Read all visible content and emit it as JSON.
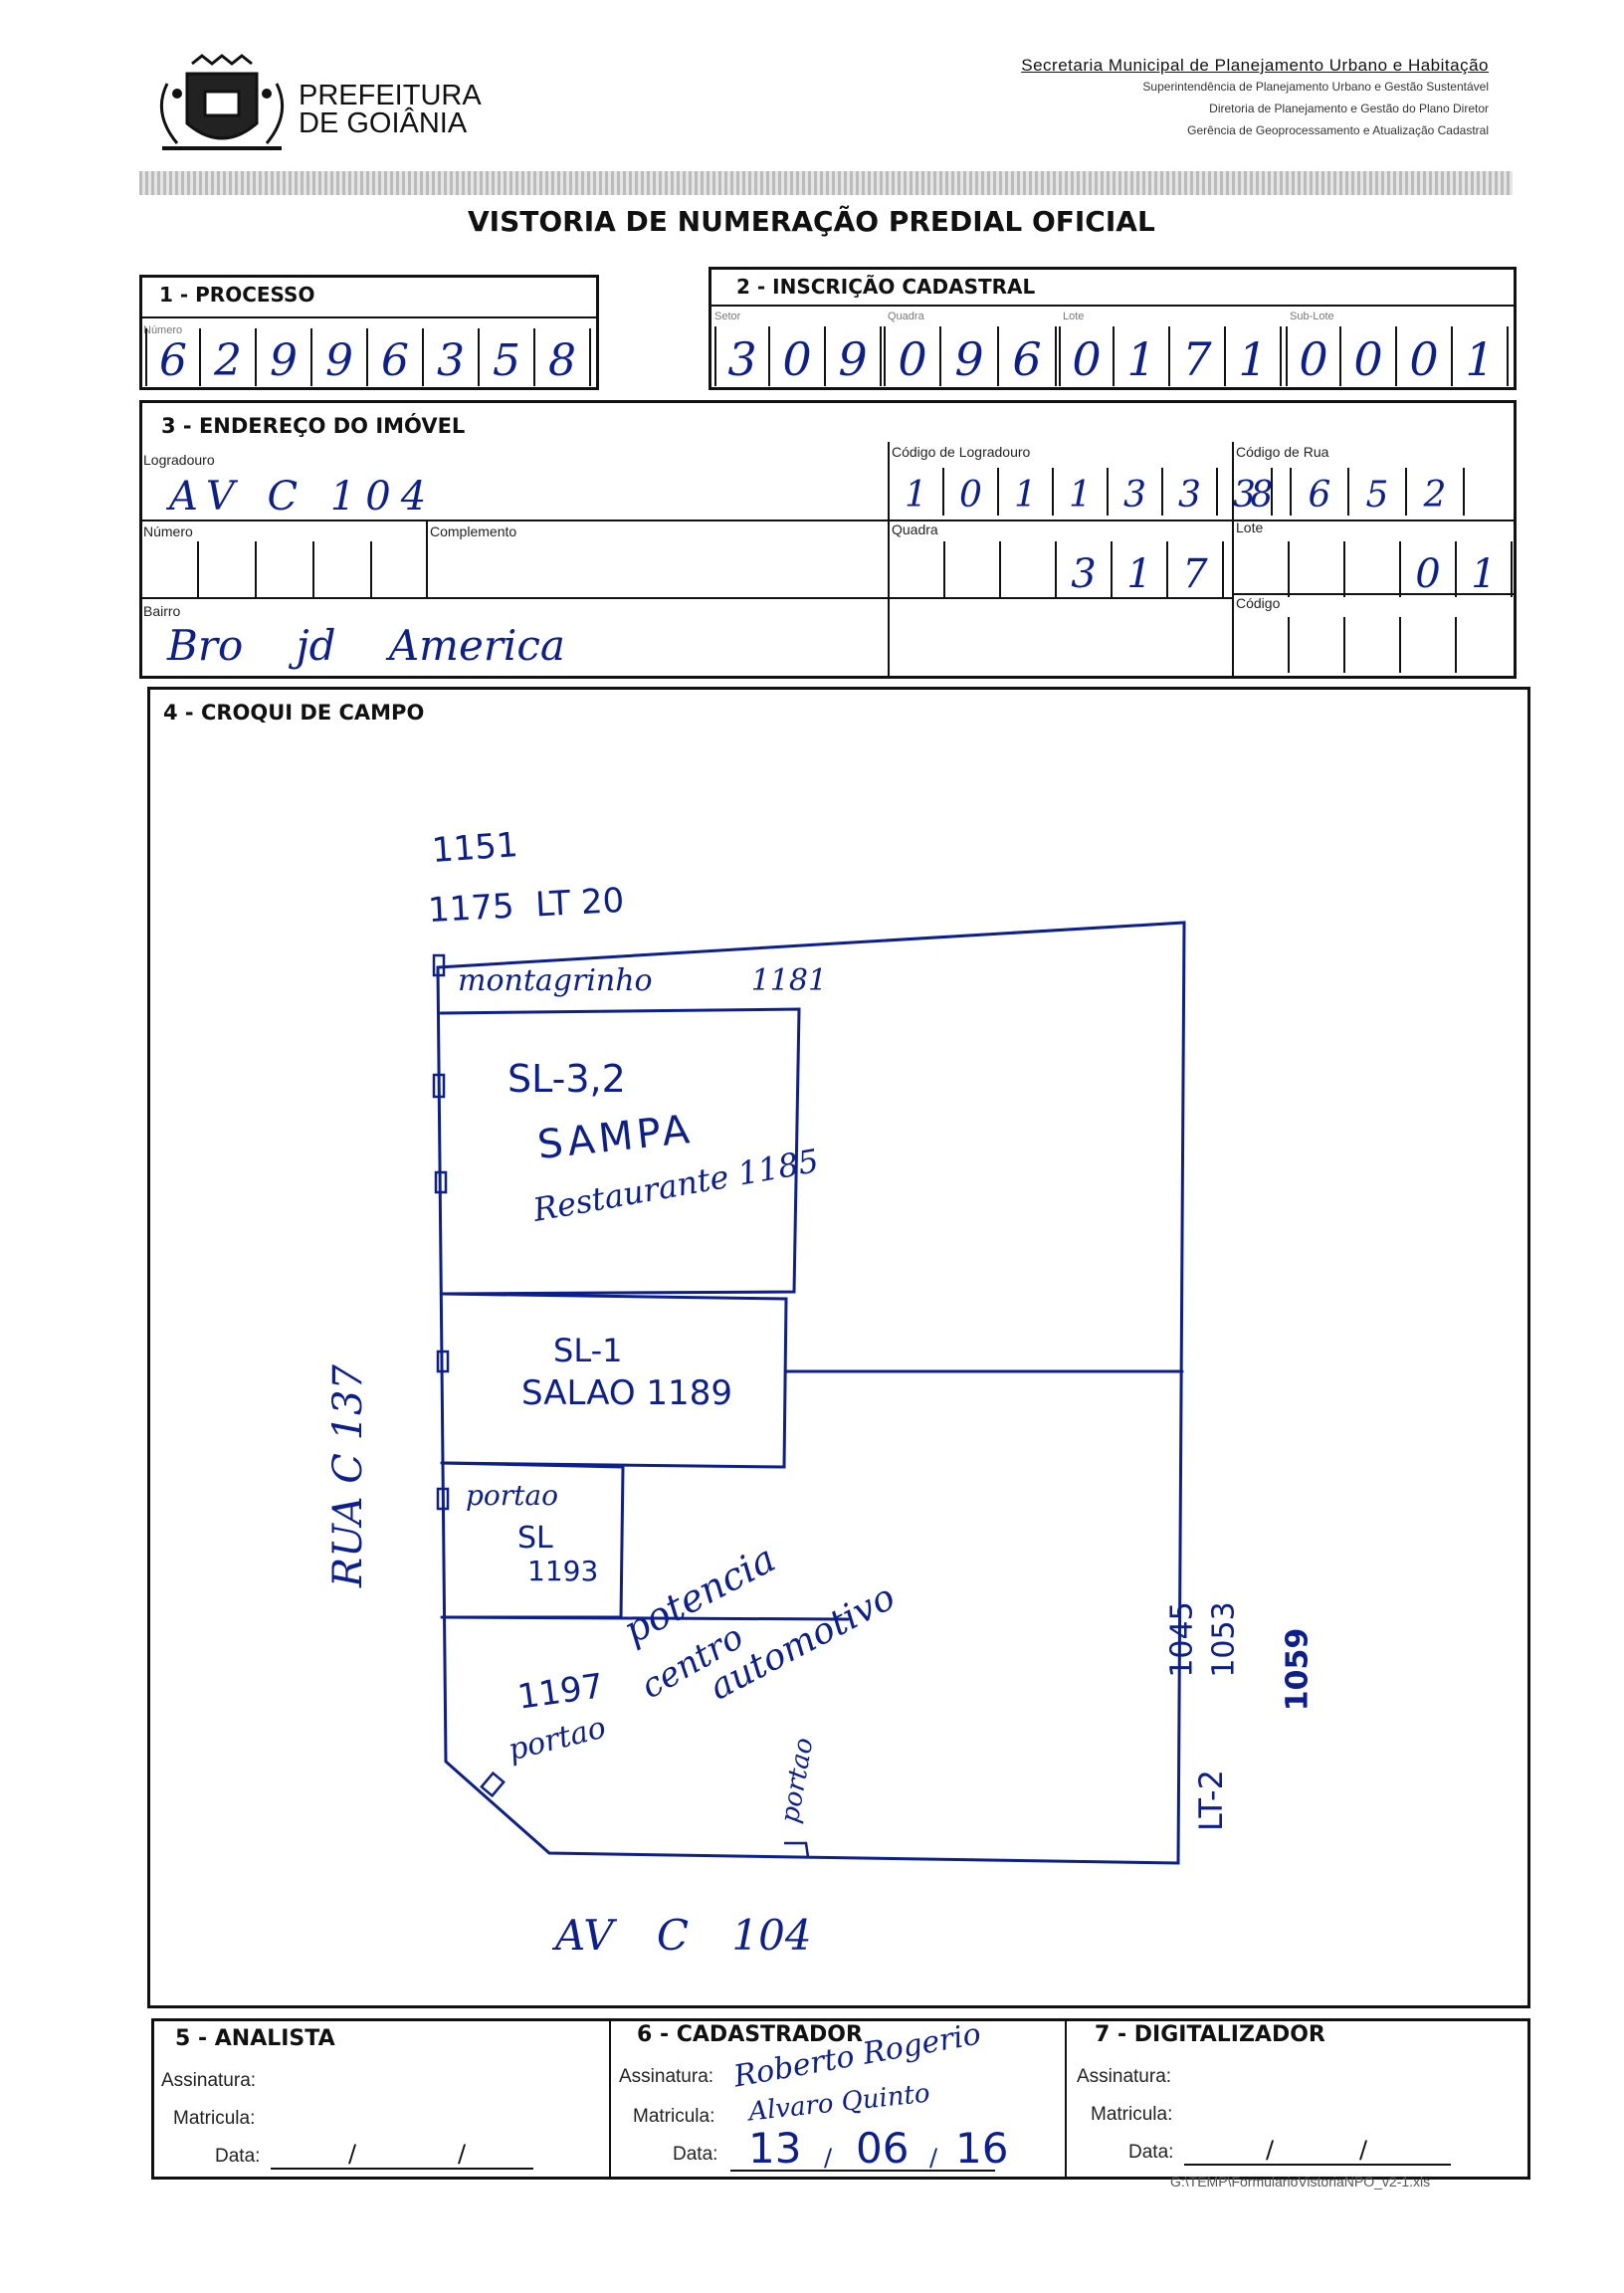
{
  "header": {
    "org_line1": "PREFEITURA",
    "org_line2": "DE GOIÂNIA",
    "dept_lines": [
      "Secretaria Municipal de Planejamento Urbano e Habitação",
      "Superintendência de Planejamento Urbano e Gestão Sustentável",
      "Diretoria de Planejamento e Gestão do Plano Diretor",
      "Gerência de Geoprocessamento e Atualização Cadastral"
    ],
    "form_title": "VISTORIA DE NUMERAÇÃO PREDIAL OFICIAL"
  },
  "processo": {
    "title": "1 - PROCESSO",
    "numero_label": "Número",
    "digits": [
      "6",
      "2",
      "9",
      "9",
      "6",
      "3",
      "5",
      "8"
    ]
  },
  "inscricao": {
    "title": "2 - INSCRIÇÃO CADASTRAL",
    "setor_label": "Setor",
    "quadra_label": "Quadra",
    "lote_label": "Lote",
    "sublote_label": "Sub-Lote",
    "setor_digits": [
      "3",
      "0",
      "9"
    ],
    "quadra_digits": [
      "0",
      "9",
      "6"
    ],
    "lote_digits": [
      "0",
      "1",
      "7",
      "1"
    ],
    "sublote_digits": [
      "0",
      "0",
      "0",
      "1"
    ]
  },
  "endereco": {
    "title": "3 - ENDEREÇO DO IMÓVEL",
    "logradouro_label": "Logradouro",
    "logradouro_value": "AV C 104",
    "cod_logradouro_label": "Código de Logradouro",
    "cod_logradouro_digits": [
      "1",
      "0",
      "1",
      "1",
      "3",
      "3",
      "3"
    ],
    "cod_rua_label": "Código de Rua",
    "cod_rua_digits": [
      "8",
      "6",
      "5",
      "2"
    ],
    "numero_label": "Número",
    "complemento_label": "Complemento",
    "quadra_label": "Quadra",
    "quadra_digits": [
      "",
      "",
      "",
      "3",
      "1",
      "7"
    ],
    "lote_label": "Lote",
    "lote_digits": [
      "",
      "",
      "",
      "0",
      "1"
    ],
    "bairro_label": "Bairro",
    "bairro_value": "Bro jd America",
    "codigo_label": "Código"
  },
  "croqui": {
    "title": "4 - CROQUI DE CAMPO",
    "notes": {
      "top_num": "1151",
      "top_lot": "1175  LT 20",
      "unit_1181": "montagrinho  1181",
      "sl32": "SL-3,2",
      "sampa": "SAMPA",
      "restaurante": "Restaurante 1185",
      "sl1": "SL-1",
      "salao": "SALAO 1189",
      "portao1": "portao",
      "sl_1193": "SL",
      "num_1193": "1193",
      "potencia": "potencia",
      "centro": "centro",
      "automotivo": "automotivo",
      "num_1197": "1197",
      "portao2": "portao",
      "portao3": "portao",
      "rua": "RUA C 137",
      "side_1045": "1045",
      "side_1053": "1053",
      "side_1059": "1059",
      "lt2": "LT-2",
      "bottom_street": "AV C 104"
    }
  },
  "analista": {
    "title": "5 - ANALISTA",
    "assinatura_label": "Assinatura:",
    "matricula_label": "Matricula:",
    "data_label": "Data:"
  },
  "cadastrador": {
    "title": "6 - CADASTRADOR",
    "assinatura_label": "Assinatura:",
    "matricula_label": "Matricula:",
    "data_label": "Data:",
    "assinatura_value": "Roberto Rogerio",
    "matricula_value": "Alvaro Quinto",
    "date_day": "13",
    "date_month": "06",
    "date_year": "16"
  },
  "digitalizador": {
    "title": "7 - DIGITALIZADOR",
    "assinatura_label": "Assinatura:",
    "matricula_label": "Matricula:",
    "data_label": "Data:"
  },
  "footer": {
    "file_path": "G:\\TEMP\\FormularioVistoriaNPO_v2-1.xls"
  },
  "colors": {
    "ink": "#0c1f8c",
    "print": "#111111"
  }
}
